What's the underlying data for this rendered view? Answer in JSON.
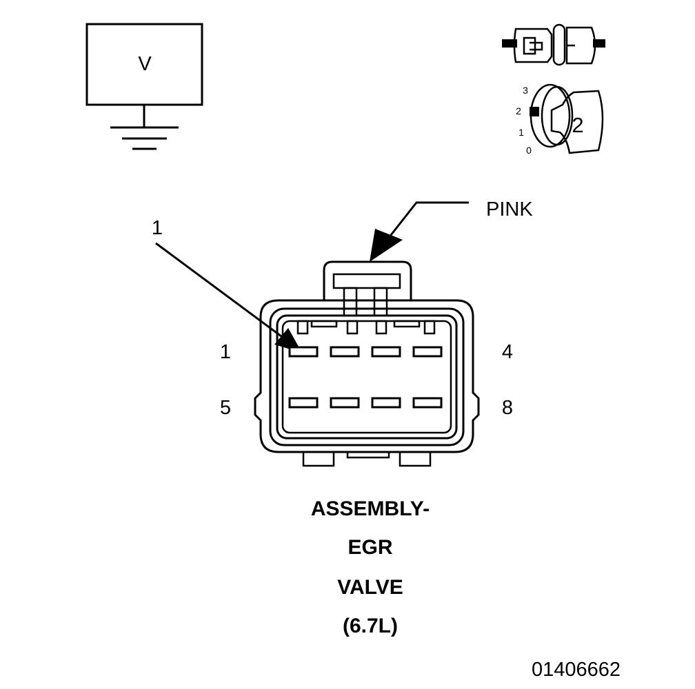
{
  "meter": {
    "symbol": "V"
  },
  "key_position": {
    "ticks": [
      "3",
      "2",
      "1",
      "0"
    ],
    "selected": "2"
  },
  "connector": {
    "color_label": "PINK",
    "pointer_label": "1",
    "pin_top_left": "1",
    "pin_top_right": "4",
    "pin_bottom_left": "5",
    "pin_bottom_right": "8"
  },
  "title": {
    "line1": "ASSEMBLY-",
    "line2": "EGR",
    "line3": "VALVE",
    "line4": "(6.7L)"
  },
  "figure_id": "01406662"
}
